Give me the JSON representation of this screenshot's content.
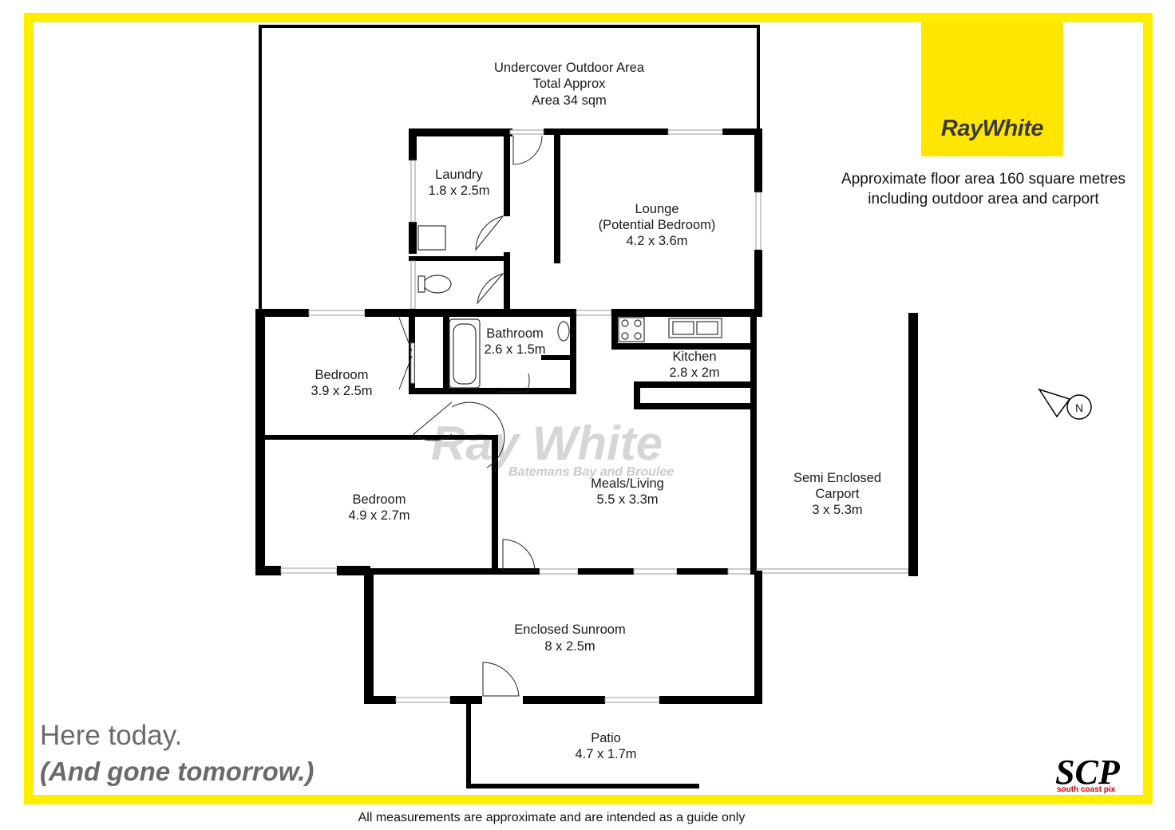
{
  "brand": {
    "name": "RayWhite",
    "logo_bg": "#ffe600",
    "frame_color": "#ffee00",
    "watermark_name": "Ray White",
    "watermark_office": "Batemans Bay and Broulee"
  },
  "summary": {
    "line1": "Approximate floor area 160 square metres",
    "line2": "including outdoor area and carport"
  },
  "tagline": {
    "line1": "Here today.",
    "line2": "(And gone tomorrow.)"
  },
  "disclaimer": "All measurements are approximate and are intended as a guide only",
  "photographer": {
    "mark": "SCP",
    "name": "south coast pix"
  },
  "compass": {
    "letter": "N"
  },
  "rooms": {
    "outdoor": {
      "line1": "Undercover Outdoor Area",
      "line2": "Total Approx",
      "line3": "Area 34 sqm"
    },
    "laundry": {
      "name": "Laundry",
      "size": "1.8 x 2.5m"
    },
    "lounge": {
      "name": "Lounge",
      "note": "(Potential Bedroom)",
      "size": "4.2 x 3.6m"
    },
    "bathroom": {
      "name": "Bathroom",
      "size": "2.6 x 1.5m"
    },
    "kitchen": {
      "name": "Kitchen",
      "size": "2.8 x 2m"
    },
    "bedroom1": {
      "name": "Bedroom",
      "size": "3.9 x 2.5m"
    },
    "bedroom2": {
      "name": "Bedroom",
      "size": "4.9 x 2.7m"
    },
    "meals": {
      "name": "Meals/Living",
      "size": "5.5 x 3.3m"
    },
    "carport": {
      "line1": "Semi Enclosed",
      "line2": "Carport",
      "size": "3 x 5.3m"
    },
    "sunroom": {
      "name": "Enclosed Sunroom",
      "size": "8 x 2.5m"
    },
    "patio": {
      "name": "Patio",
      "size": "4.7 x 1.7m"
    }
  }
}
